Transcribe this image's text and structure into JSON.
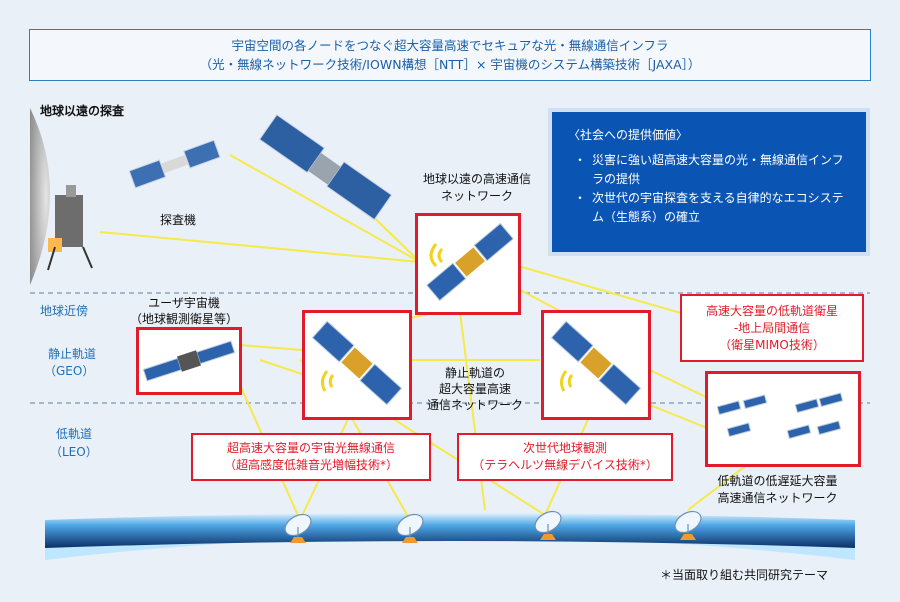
{
  "title": {
    "line1": "宇宙空間の各ノードをつなぐ超大容量高速でセキュアな光・無線通信インフラ",
    "line2": "（光・無線ネットワーク技術/IOWN構想［NTT］× 宇宙機のシステム構築技術［JAXA］）"
  },
  "zones": {
    "beyond_earth": "地球以遠の探査",
    "near_earth": "地球近傍",
    "geo": "静止軌道",
    "geo_en": "（GEO）",
    "leo": "低軌道",
    "leo_en": "（LEO）"
  },
  "labels": {
    "probe": "探査機",
    "deep_net_1": "地球以遠の高速通信",
    "deep_net_2": "ネットワーク",
    "user_sat_1": "ユーザ宇宙機",
    "user_sat_2": "（地球観測衛星等）",
    "geo_net_1": "静止軌道の",
    "geo_net_2": "超大容量高速",
    "geo_net_3": "通信ネットワーク",
    "leo_net_1": "低軌道の低遅延大容量",
    "leo_net_2": "高速通信ネットワーク",
    "footnote": "＊当面取り組む共同研究テーマ"
  },
  "value_box": {
    "heading": "〈社会への提供価値〉",
    "items": [
      "災害に強い超高速大容量の光・無線通信インフラの提供",
      "次世代の宇宙探査を支える自律的なエコシステム（生態系）の確立"
    ]
  },
  "themes": {
    "optical": {
      "line1": "超高速大容量の宇宙光無線通信",
      "line2": "（超高感度低雑音光増幅技術*）"
    },
    "observation": {
      "line1": "次世代地球観測",
      "line2": "（テラヘルツ無線デバイス技術*）"
    },
    "leo_ground": {
      "line1": "高速大容量の低軌道衛星",
      "line2": "-地上局間通信",
      "line3": "（衛星MIMO技術）"
    }
  }
}
